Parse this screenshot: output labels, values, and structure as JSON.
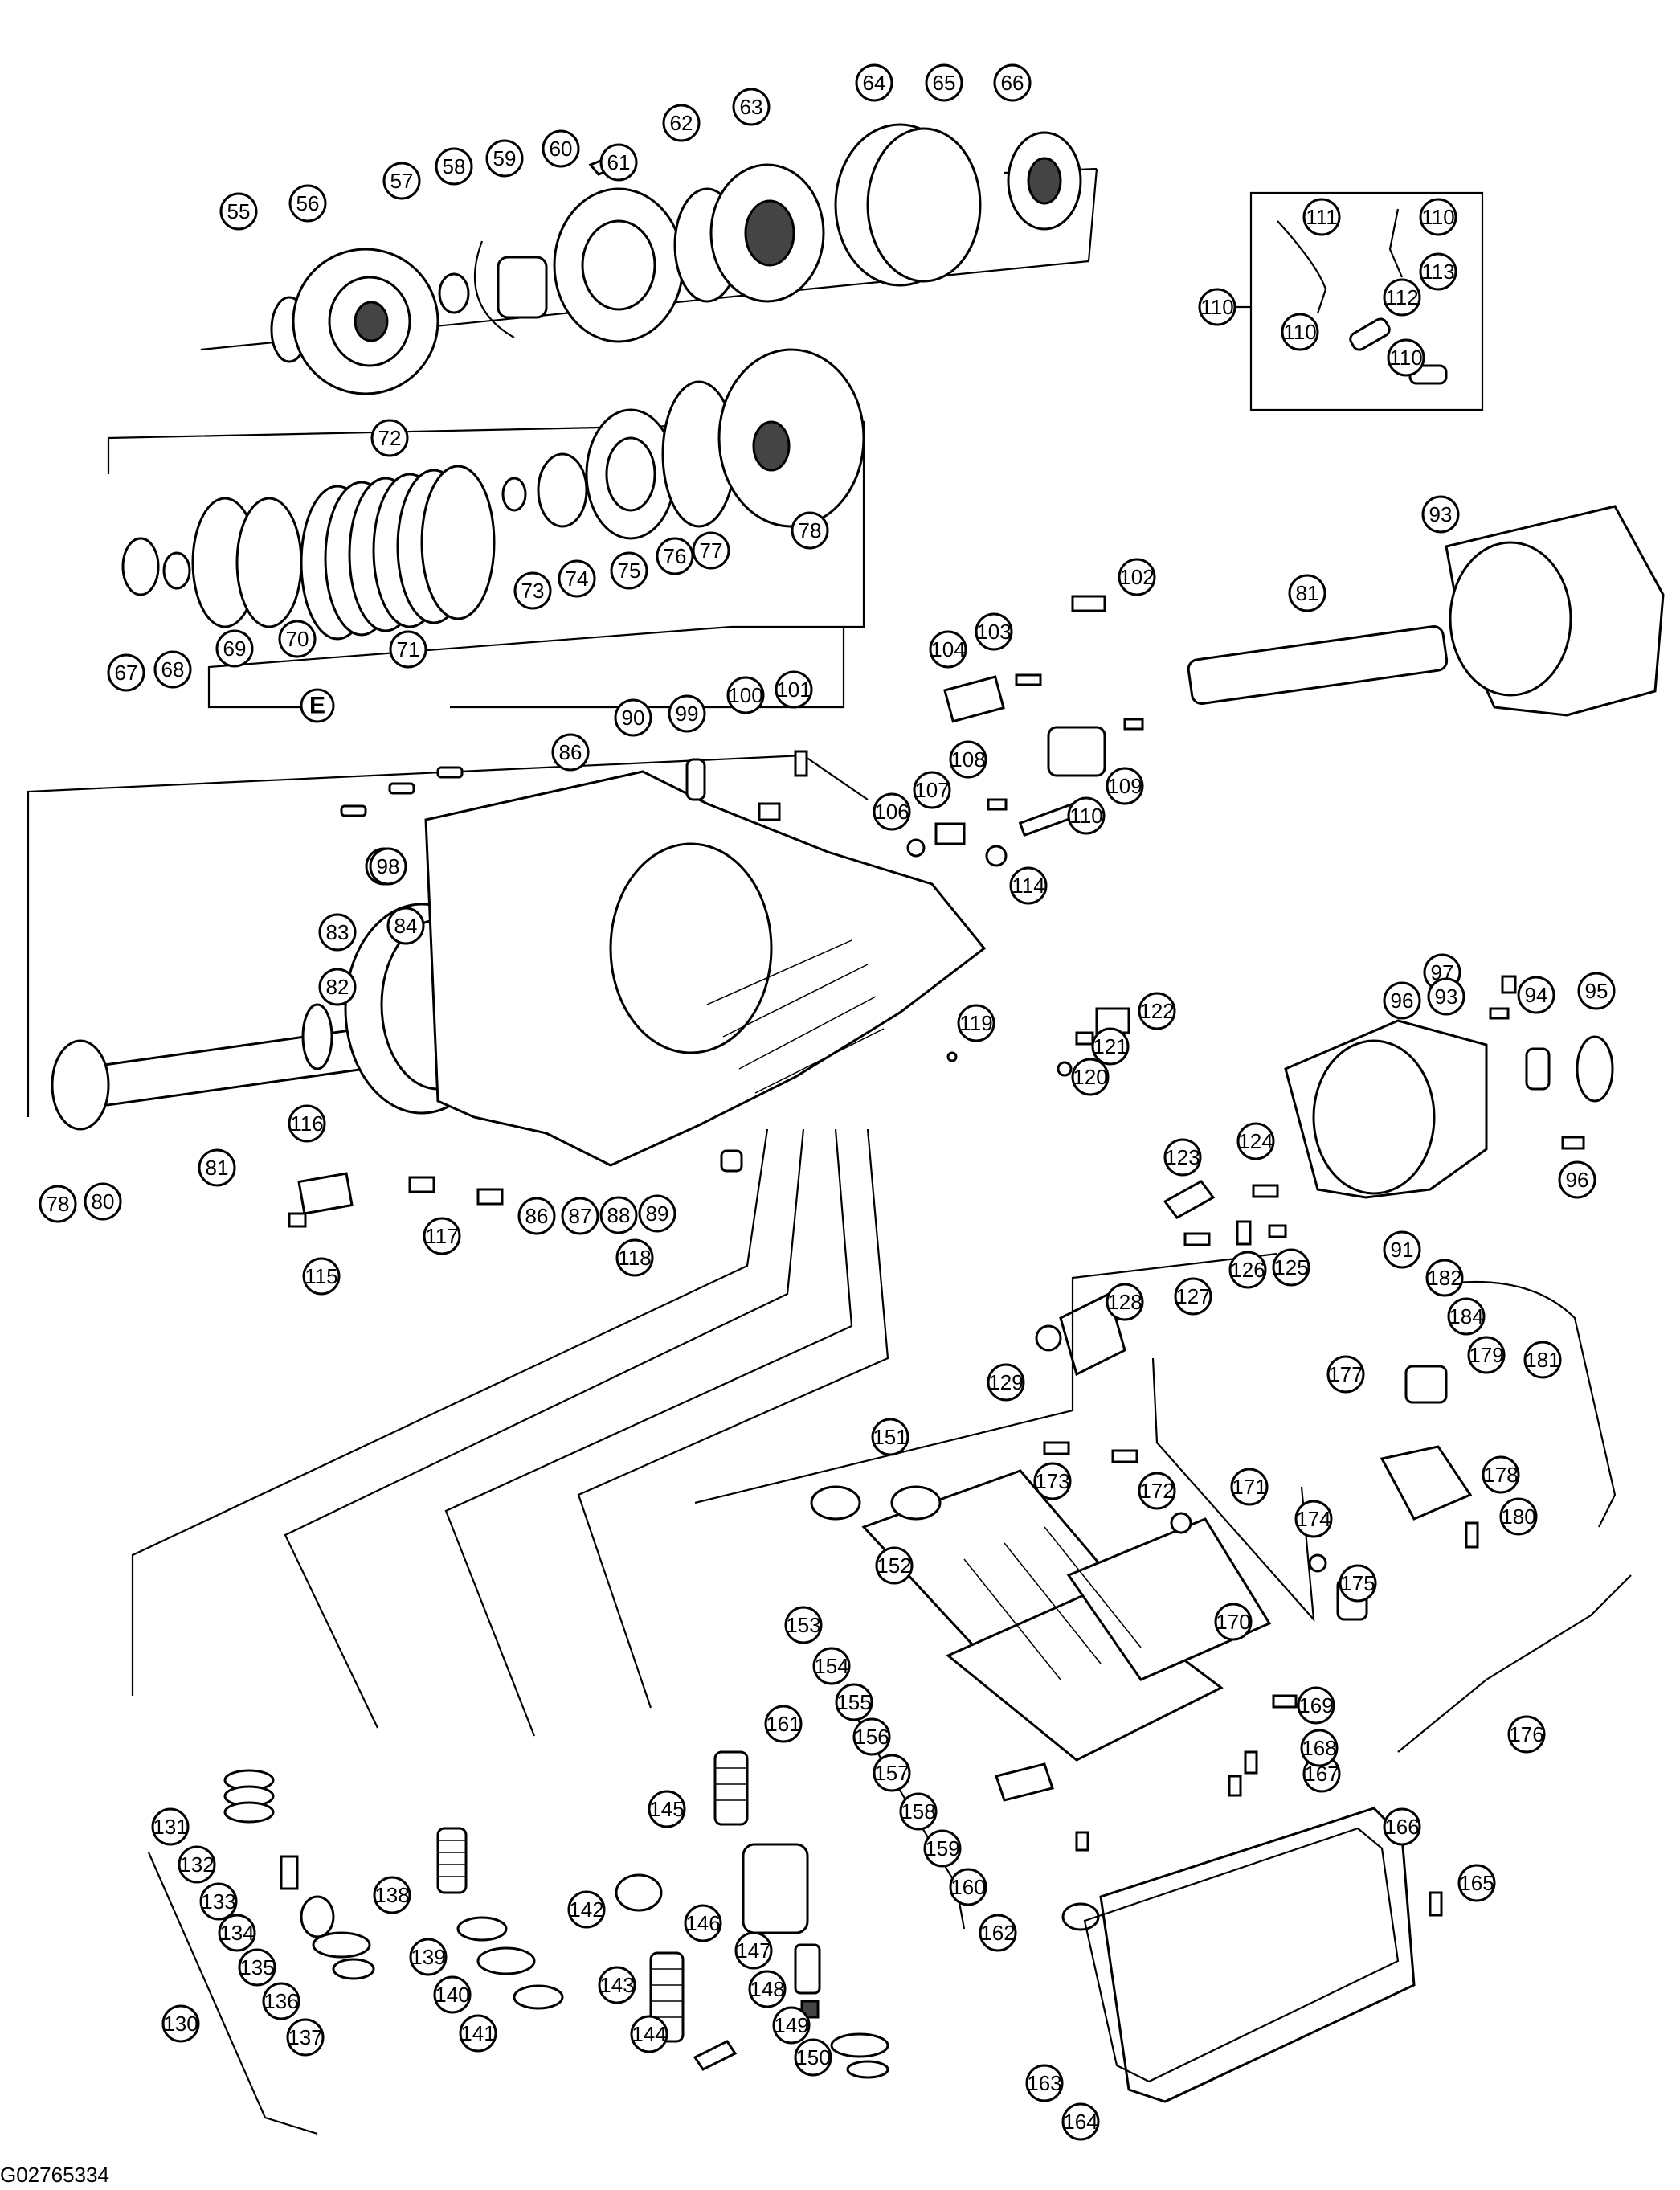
{
  "figure_id": "G02765334",
  "section_letter": "E",
  "callouts": [
    "55",
    "56",
    "57",
    "58",
    "59",
    "60",
    "61",
    "62",
    "63",
    "64",
    "65",
    "66",
    "67",
    "68",
    "69",
    "70",
    "71",
    "72",
    "73",
    "74",
    "75",
    "76",
    "77",
    "78",
    "80",
    "81",
    "82",
    "83",
    "84",
    "86",
    "87",
    "88",
    "89",
    "90",
    "91",
    "93",
    "94",
    "95",
    "96",
    "97",
    "98",
    "99",
    "100",
    "101",
    "102",
    "103",
    "104",
    "106",
    "107",
    "108",
    "109",
    "110",
    "111",
    "112",
    "113",
    "114",
    "115",
    "116",
    "117",
    "118",
    "119",
    "120",
    "121",
    "122",
    "123",
    "124",
    "125",
    "126",
    "127",
    "128",
    "129",
    "130",
    "131",
    "132",
    "133",
    "134",
    "135",
    "136",
    "137",
    "138",
    "139",
    "140",
    "141",
    "142",
    "143",
    "144",
    "145",
    "146",
    "147",
    "148",
    "149",
    "150",
    "151",
    "152",
    "153",
    "154",
    "155",
    "156",
    "157",
    "158",
    "159",
    "160",
    "161",
    "162",
    "163",
    "164",
    "165",
    "166",
    "167",
    "168",
    "169",
    "170",
    "171",
    "172",
    "173",
    "174",
    "175",
    "176",
    "177",
    "178",
    "179",
    "180",
    "181",
    "182",
    "184"
  ]
}
